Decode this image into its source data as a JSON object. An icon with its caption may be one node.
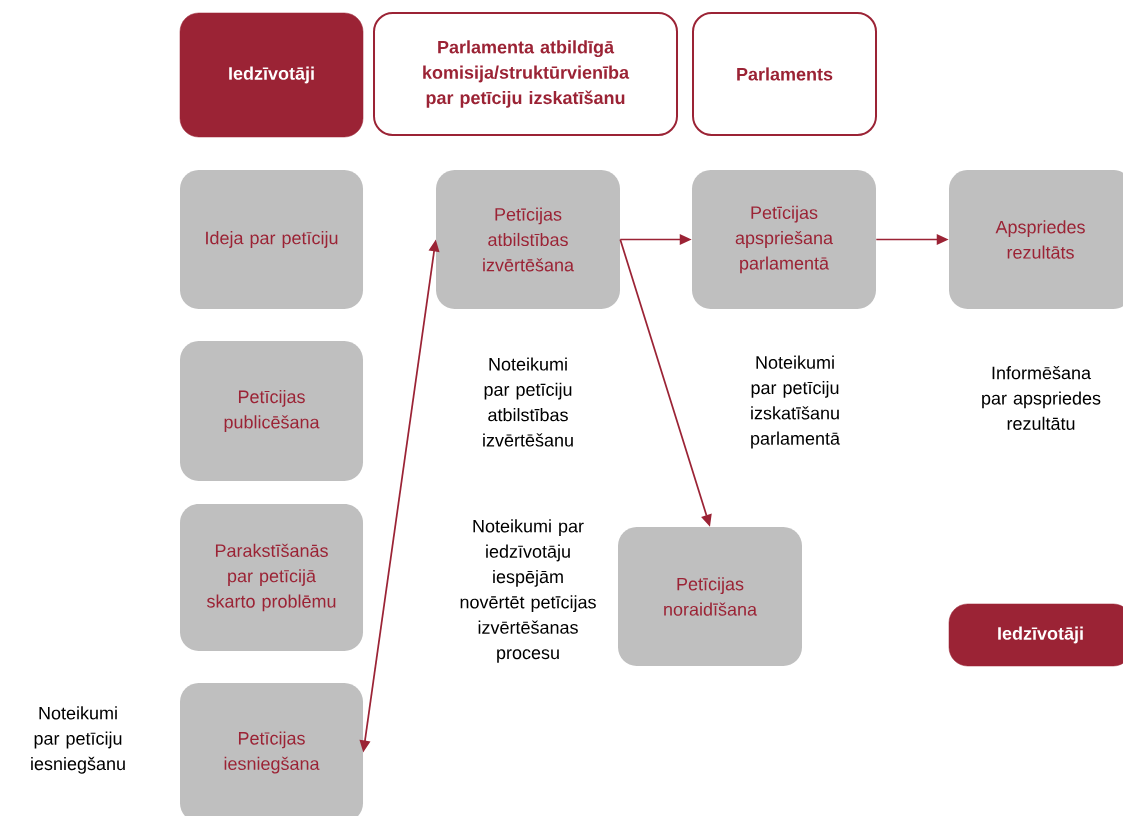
{
  "diagram": {
    "nodes": [
      {
        "text": [
          "Iedzīvotāji"
        ]
      },
      {
        "text": [
          "Parlamenta atbildīgā komisija/struktūrvienība par petīciju izskatīšanu"
        ]
      },
      {
        "text": [
          "Parlaments"
        ]
      },
      {
        "text": [
          "Ideja par petīciju"
        ]
      },
      {
        "text": [
          "Petīcijas atbilstības izvērtēšana"
        ]
      },
      {
        "text": [
          "Petīcijas apspriešana parlamentā"
        ]
      },
      {
        "text": [
          "Apspriedes rezultāts"
        ]
      },
      {
        "text": [
          "Petīcijas publicēšana"
        ]
      },
      {
        "text": [
          "Parakstīšanās par petīcijā skarto problēmu"
        ]
      },
      {
        "text": [
          "Petīcijas noraidīšana"
        ]
      },
      {
        "text": [
          "Iedzīvotāji"
        ]
      },
      {
        "text": [
          "Petīcijas iesniegšana"
        ]
      }
    ],
    "edges": [
      {
        "from": 11,
        "to": 4,
        "arrow": "both"
      },
      {
        "from": 4,
        "to": 5,
        "arrow": "to"
      },
      {
        "from": 5,
        "to": 6,
        "arrow": "to"
      },
      {
        "from": 4,
        "to": 9,
        "arrow": "to"
      }
    ],
    "labels": [
      "Noteikumi par petīciju atbilstības izvērtēšanu",
      "Noteikumi par petīciju izskatīšanu parlamentā",
      "Informēšana par apspriedes rezultātu",
      "Noteikumi par iedzīvotāju iespējām novērtēt petīcijas izvērtēšanas procesu",
      "Noteikumi par petīciju iesniegšanu"
    ]
  }
}
